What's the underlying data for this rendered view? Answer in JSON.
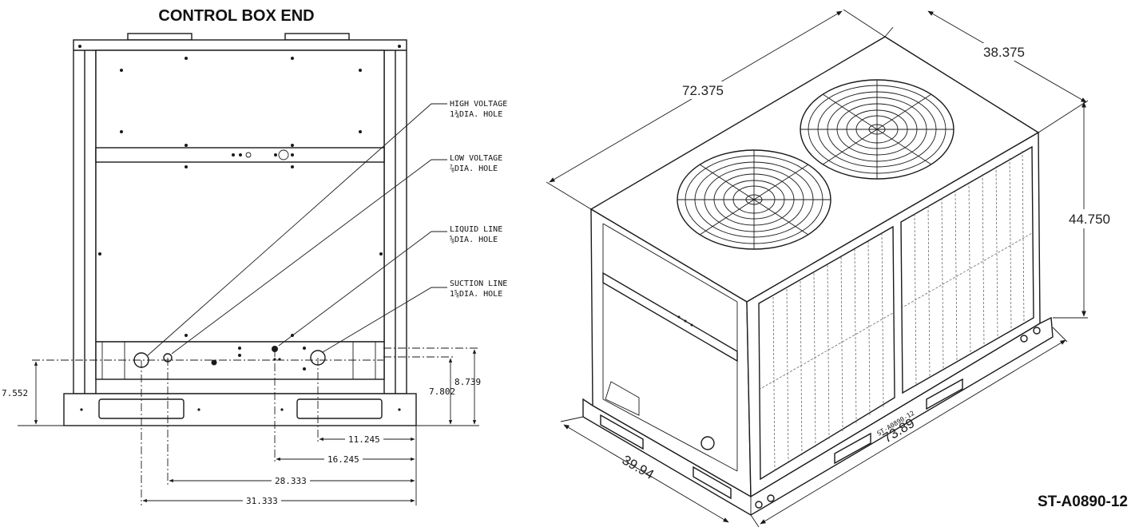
{
  "title": "CONTROL BOX END",
  "drawing_id": "ST-A0890-12",
  "callouts": [
    {
      "line1": "HIGH VOLTAGE",
      "line2": "1¾DIA. HOLE"
    },
    {
      "line1": "LOW VOLTAGE",
      "line2": "⅞DIA. HOLE"
    },
    {
      "line1": "LIQUID LINE",
      "line2": "⅝DIA. HOLE"
    },
    {
      "line1": "SUCTION LINE",
      "line2": "1⅝DIA. HOLE"
    }
  ],
  "end_dims": {
    "left_height": "7.552",
    "right_height_a": "7.802",
    "right_height_b": "8.739",
    "h1": "11.245",
    "h2": "16.245",
    "h3": "28.333",
    "h4": "31.333"
  },
  "unit_dims": {
    "top_length": "72.375",
    "top_width": "38.375",
    "height": "44.750",
    "base_length": "73.89",
    "base_width": "39.94",
    "base_label": "ST-A0890-12"
  }
}
